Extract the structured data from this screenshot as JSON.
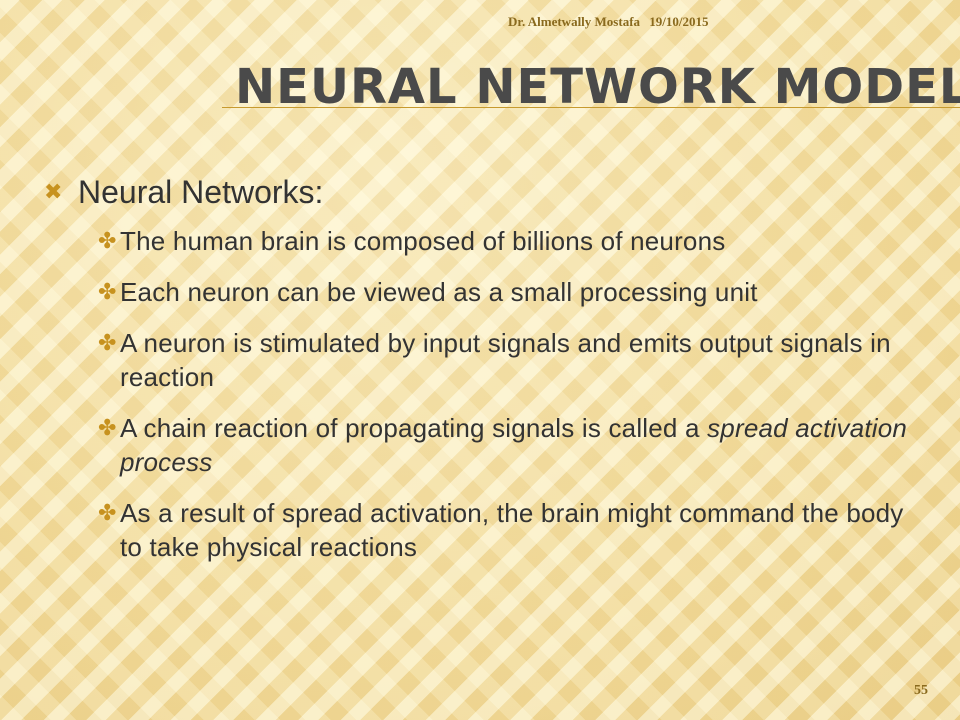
{
  "slide": {
    "author": "Dr. Almetwally Mostafa",
    "date": "19/10/2015",
    "title": "NEURAL NETWORK MODEL",
    "page_number": "55"
  },
  "content": {
    "heading_marker": "✖",
    "sub_marker": "✤",
    "heading": "Neural Networks:",
    "bullets": [
      {
        "text": "The human brain is composed of billions of neurons"
      },
      {
        "text": "Each neuron can be viewed as a small processing unit"
      },
      {
        "text": "A neuron is stimulated by input signals and emits output signals in reaction"
      },
      {
        "text": "A chain reaction of propagating signals is called a ",
        "emphasis": "spread activation process"
      },
      {
        "text": "As a result of spread activation, the brain might command the body to take physical reactions"
      }
    ]
  }
}
